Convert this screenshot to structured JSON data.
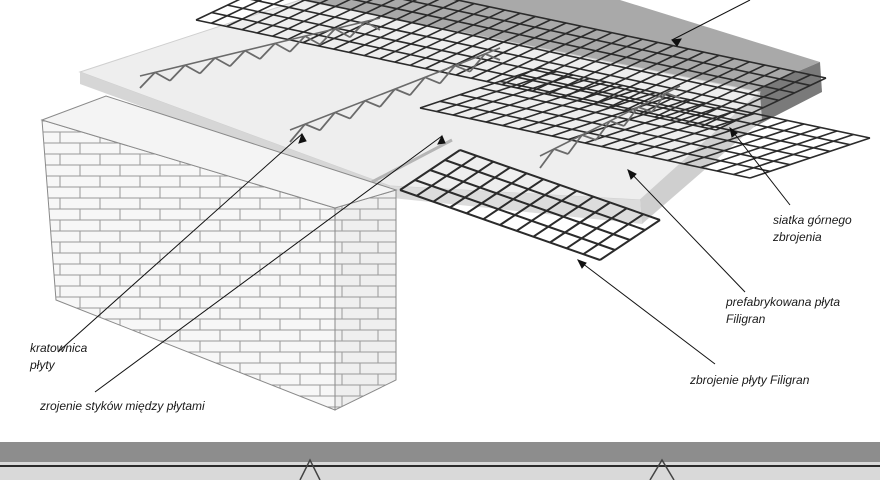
{
  "labels": {
    "top_mesh": [
      "siatka górnego",
      "zbrojenia"
    ],
    "precast_slab": [
      "prefabrykowana płyta",
      "Filigran"
    ],
    "slab_reinforcement": "zbrojenie płyty Filigran",
    "slab_truss": [
      "kratownica",
      "płyty"
    ],
    "joint_reinforcement": "zrojenie styków między płytami"
  },
  "colors": {
    "slab_top": "#eeeeee",
    "slab_edge": "#d6d6d6",
    "topping": "#a9a9a9",
    "topping_edge": "#7a7a7a",
    "rebar": "#2b2b2b",
    "truss": "#6a6a6a",
    "brick_line": "#9a9a9a",
    "leader": "#111111"
  }
}
